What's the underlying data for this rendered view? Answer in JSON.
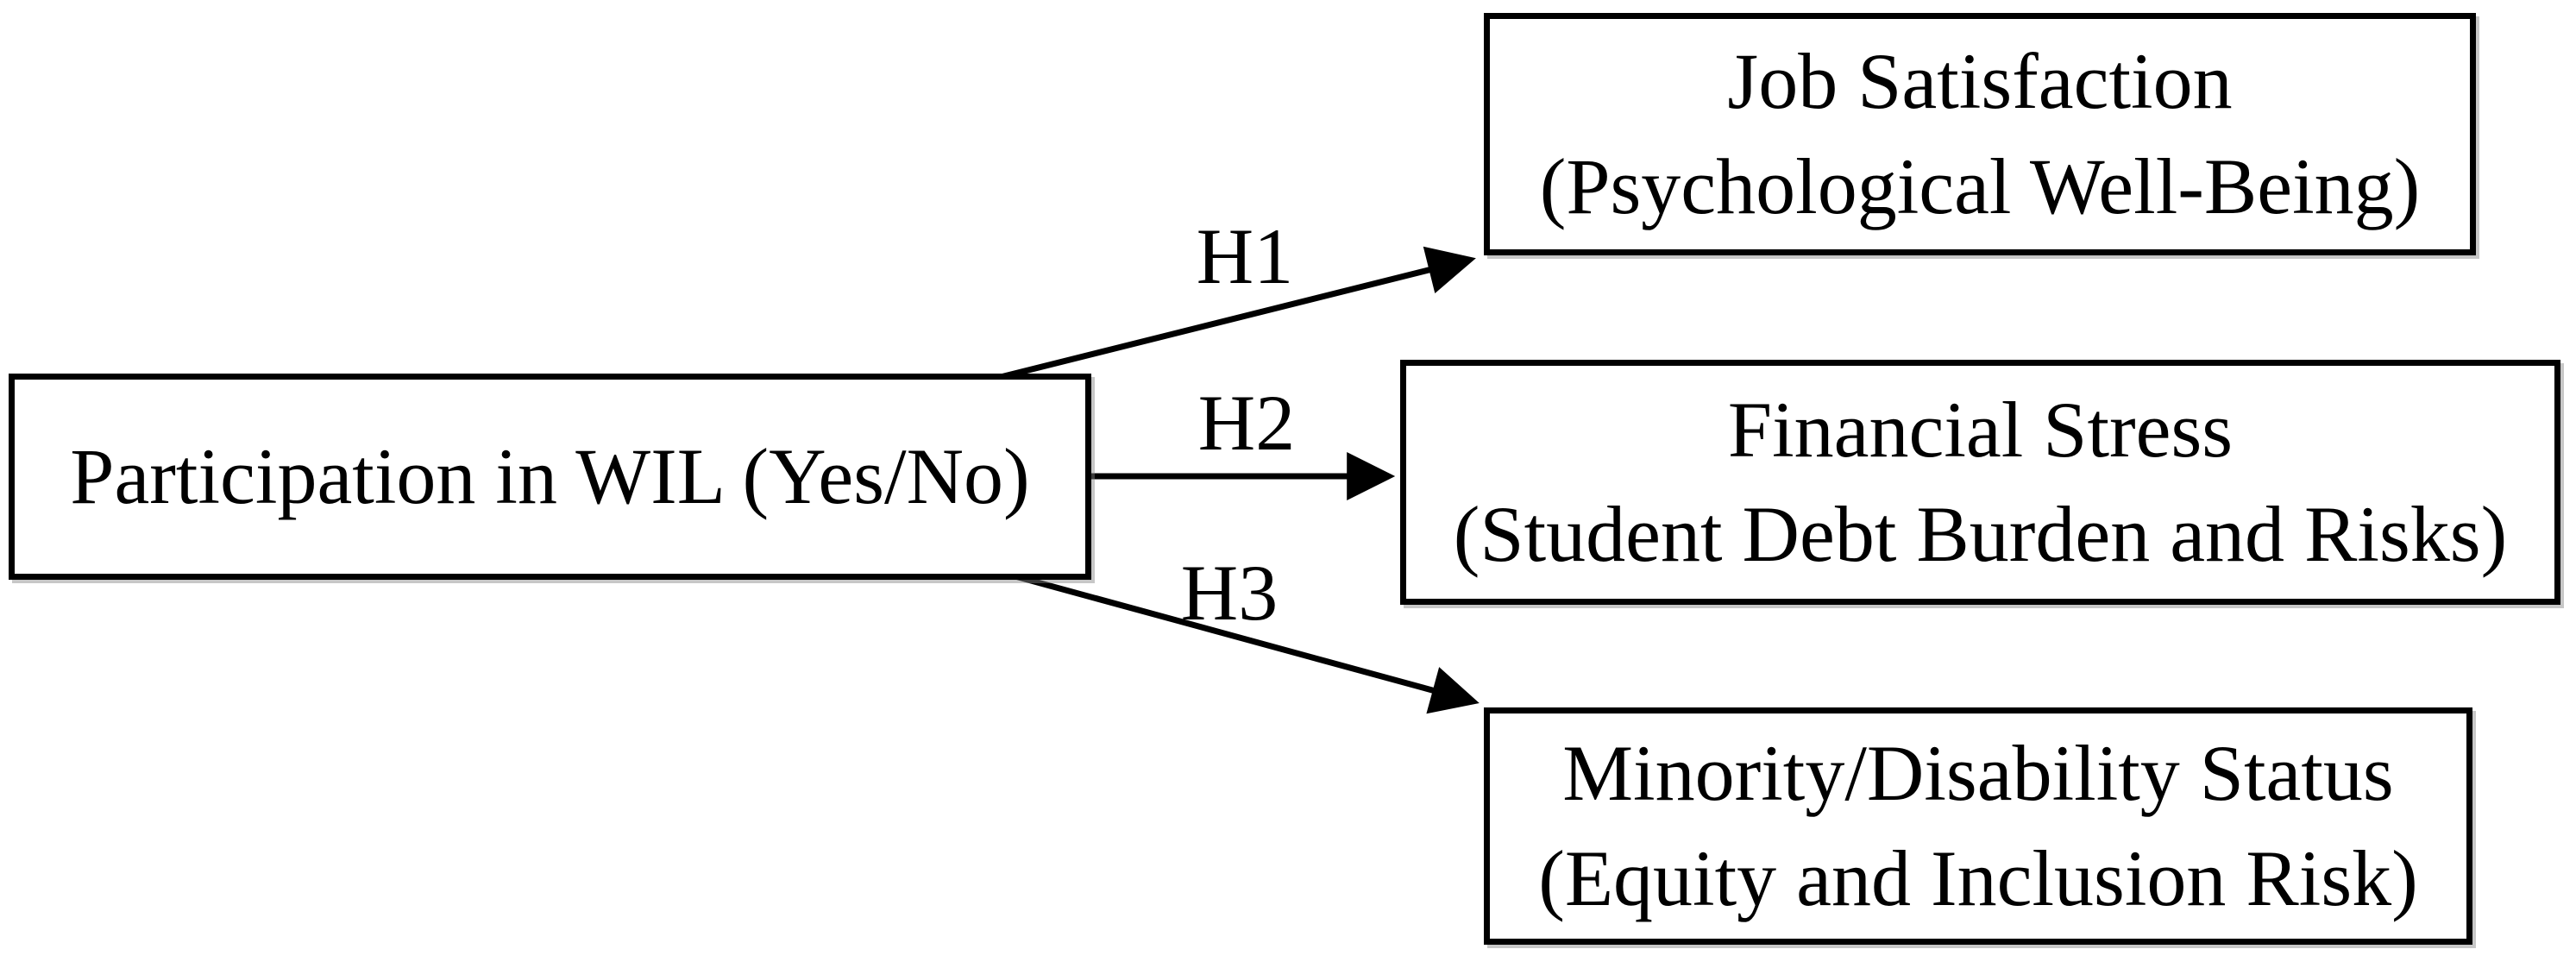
{
  "page": {
    "background_color": "#ffffff"
  },
  "diagram": {
    "type": "hypothesis-path-model",
    "predictor": {
      "label": "Participation in WIL (Yes/No)"
    },
    "outcomes": [
      {
        "title": "Job Satisfaction",
        "subtitle": "(Psychological Well-Being)"
      },
      {
        "title": "Financial Stress",
        "subtitle": "(Student Debt Burden and Risks)"
      },
      {
        "title": "Minority/Disability Status",
        "subtitle": "(Equity and Inclusion Risk)"
      }
    ],
    "hypotheses": [
      {
        "label": "H1",
        "from": "Participation in WIL (Yes/No)",
        "to": "Job Satisfaction (Psychological Well-Being)"
      },
      {
        "label": "H2",
        "from": "Participation in WIL (Yes/No)",
        "to": "Financial Stress (Student Debt Burden and Risks)"
      },
      {
        "label": "H3",
        "from": "Participation in WIL (Yes/No)",
        "to": "Minority/Disability Status (Equity and Inclusion Risk)"
      }
    ],
    "colors": {
      "box_border": "#000000",
      "box_fill": "#ffffff",
      "text": "#000000",
      "arrow": "#000000",
      "background": "#ffffff"
    }
  }
}
